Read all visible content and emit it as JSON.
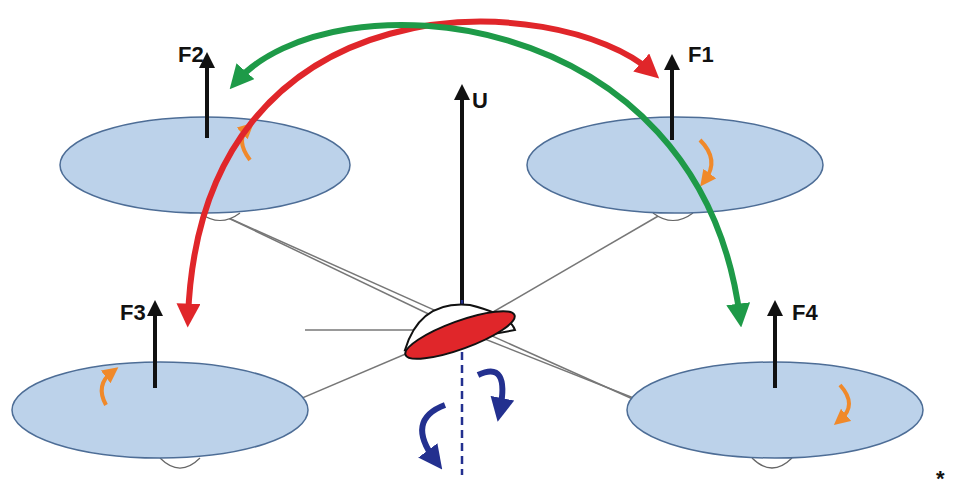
{
  "diagram": {
    "labels": [
      "F2",
      "F1",
      "U",
      "F3",
      "F4",
      "*"
    ]
  }
}
